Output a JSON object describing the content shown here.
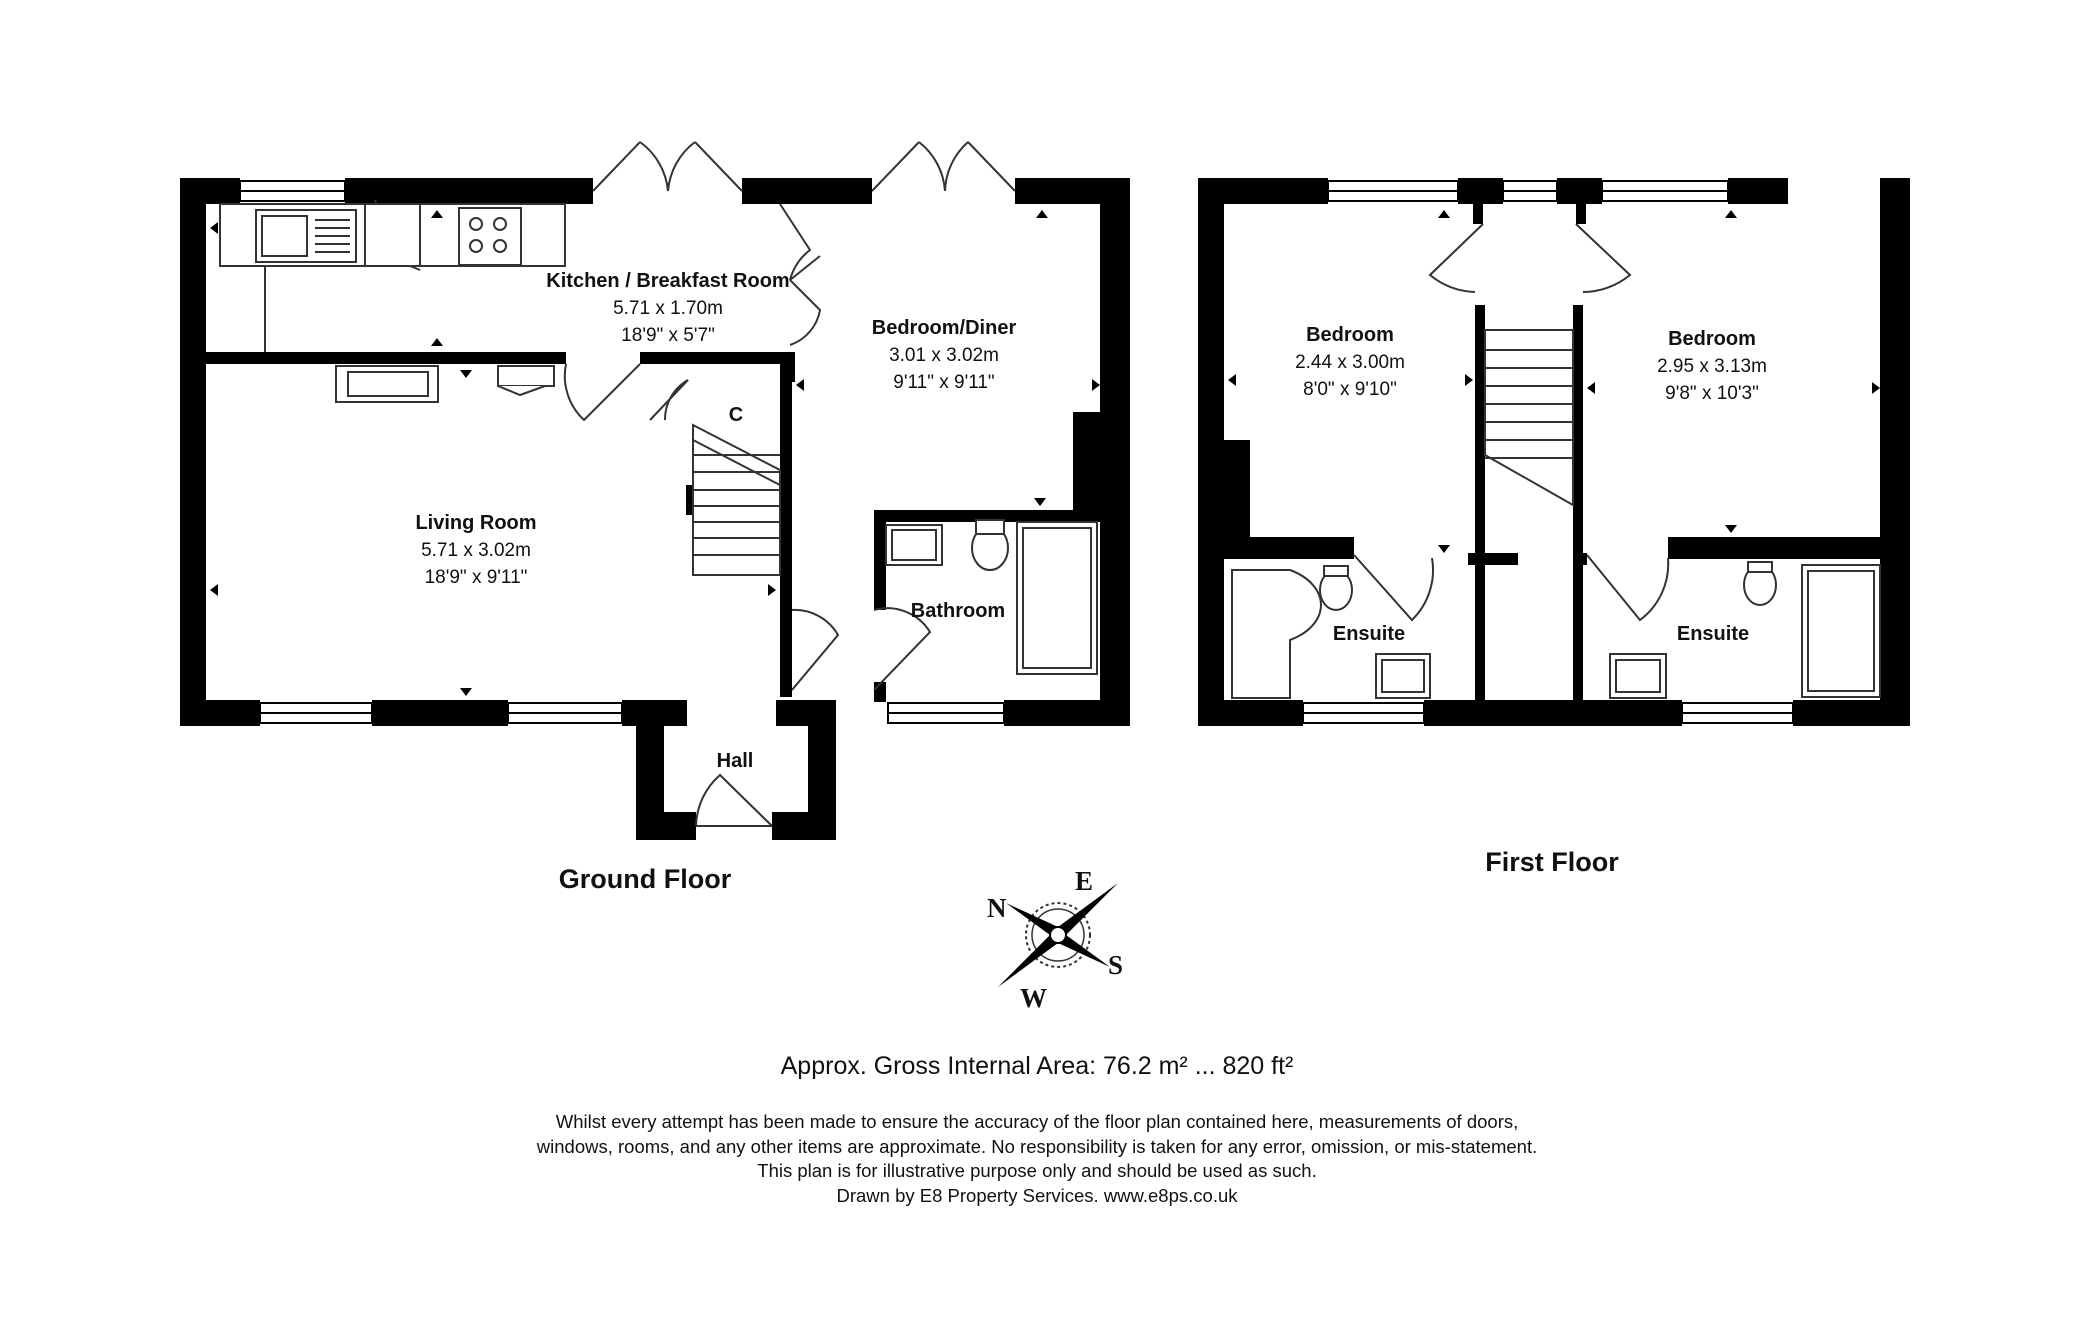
{
  "floors": [
    {
      "title": "Ground Floor"
    },
    {
      "title": "First Floor"
    }
  ],
  "rooms": {
    "kitchen": {
      "name": "Kitchen / Breakfast Room",
      "metric": "5.71 x 1.70m",
      "imperial": "18'9\" x 5'7\""
    },
    "bed_diner": {
      "name": "Bedroom/Diner",
      "metric": "3.01 x 3.02m",
      "imperial": "9'11\" x 9'11\""
    },
    "living": {
      "name": "Living Room",
      "metric": "5.71 x 3.02m",
      "imperial": "18'9\" x 9'11\""
    },
    "cupboard": {
      "name": "C"
    },
    "bathroom": {
      "name": "Bathroom"
    },
    "hall": {
      "name": "Hall"
    },
    "bedroom1": {
      "name": "Bedroom",
      "metric": "2.44 x 3.00m",
      "imperial": "8'0\" x 9'10\""
    },
    "bedroom2": {
      "name": "Bedroom",
      "metric": "2.95 x 3.13m",
      "imperial": "9'8\" x 10'3\""
    },
    "ensuite1": {
      "name": "Ensuite"
    },
    "ensuite2": {
      "name": "Ensuite"
    }
  },
  "compass": {
    "n": "N",
    "e": "E",
    "s": "S",
    "w": "W"
  },
  "area_text": "Approx. Gross Internal Area: 76.2 m² ... 820 ft²",
  "disclaimer": [
    "Whilst every attempt has been made to ensure the accuracy of the floor plan contained here, measurements of doors,",
    "windows, rooms, and any other items are approximate. No responsibility is taken for any error, omission, or mis-statement.",
    "This plan is for illustrative purpose only and should be used as such.",
    "Drawn by E8 Property Services. www.e8ps.co.uk"
  ],
  "colors": {
    "wall": "#000000",
    "fixture_stroke": "#333333",
    "background": "#ffffff"
  }
}
